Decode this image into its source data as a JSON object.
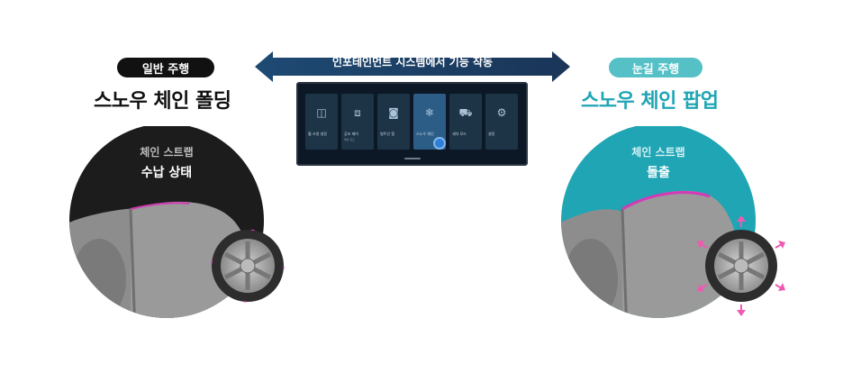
{
  "left": {
    "badge": "일반 주행",
    "title": "스노우 체인 폴딩",
    "circle_line1": "체인 스트랩",
    "circle_line2": "수납 상태",
    "badge_color": "#111111",
    "circle_color": "#1c1c1c"
  },
  "right": {
    "badge": "눈길 주행",
    "title": "스노우 체인 팝업",
    "circle_line1": "체인 스트랩",
    "circle_line2": "돌출",
    "badge_color": "#55c1c6",
    "circle_color": "#1fa5b4",
    "title_color": "#1fa5b4"
  },
  "center": {
    "arrow_label": "인포테인먼트 시스템에서 기능 작동",
    "arrow_color": "#1e3f63"
  },
  "screen": {
    "tiles": [
      {
        "label": "휠 조명 설정",
        "sub": "",
        "icon": "tire-light-icon"
      },
      {
        "label": "공조 제어",
        "sub": "제습 모드",
        "icon": "climate-icon"
      },
      {
        "label": "빌트인 캠",
        "sub": "",
        "icon": "camera-icon"
      },
      {
        "label": "스노우 체인",
        "sub": "",
        "icon": "snowflake-icon"
      },
      {
        "label": "세차 모드",
        "sub": "",
        "icon": "car-wash-icon"
      },
      {
        "label": "설정",
        "sub": "",
        "icon": "gear-icon"
      }
    ]
  }
}
